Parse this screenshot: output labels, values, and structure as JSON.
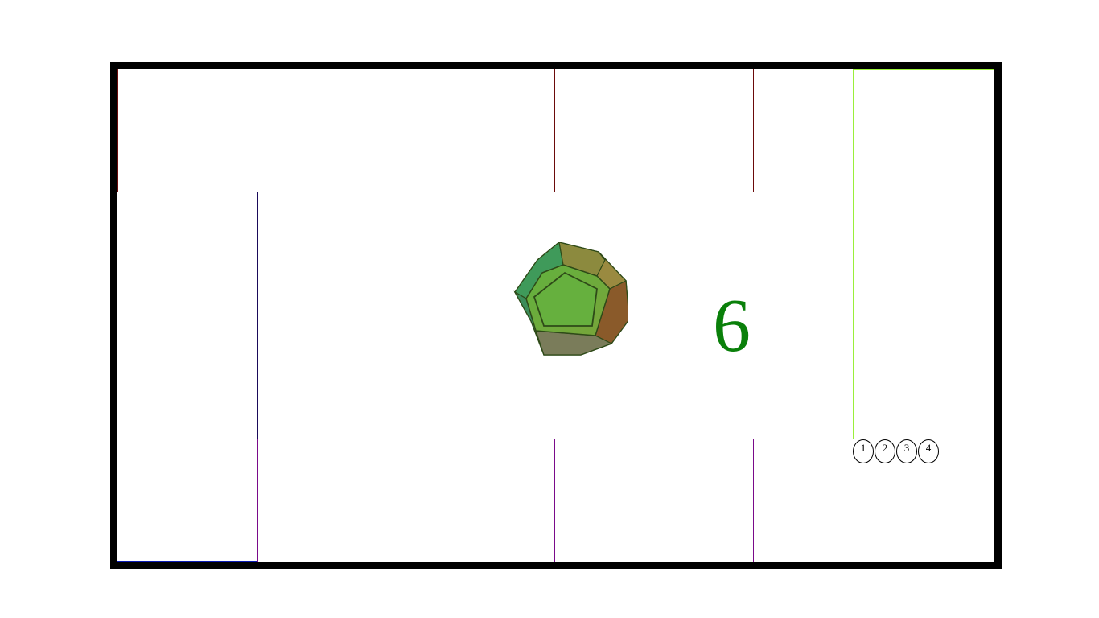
{
  "game": {
    "die": {
      "icon": "dodecahedron-die-icon",
      "roll_value": "6",
      "roll_color": "#0a800a"
    },
    "tokens": [
      {
        "label": "1"
      },
      {
        "label": "2"
      },
      {
        "label": "3"
      },
      {
        "label": "4"
      }
    ],
    "track_colors": {
      "top": "#6b0a0a",
      "left": "#0a1ab4",
      "bottom": "#7a0a8a",
      "right": "#9aef3a"
    }
  }
}
